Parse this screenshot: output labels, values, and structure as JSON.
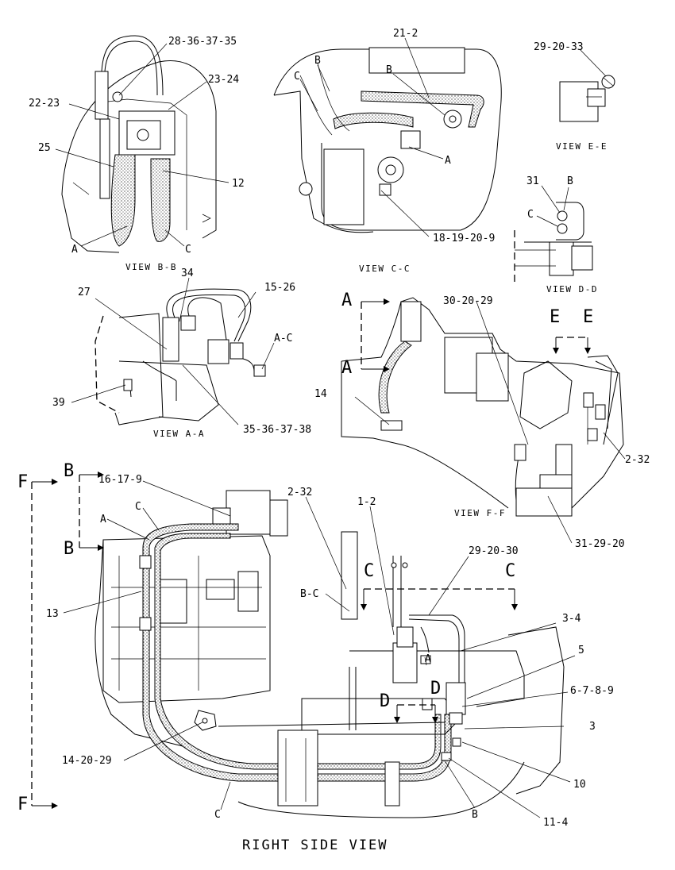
{
  "title": "RIGHT SIDE VIEW",
  "views": {
    "bb": "VIEW B-B",
    "cc": "VIEW C-C",
    "ee": "VIEW E-E",
    "dd": "VIEW D-D",
    "aa": "VIEW A-A",
    "ff": "VIEW F-F"
  },
  "section_letters": {
    "A": "A",
    "B": "B",
    "C": "C",
    "D": "D",
    "E": "E",
    "F": "F"
  },
  "callouts": {
    "bb_28_36_37_35": "28-36-37-35",
    "bb_23_24": "23-24",
    "bb_22_23": "22-23",
    "bb_25": "25",
    "bb_12": "12",
    "bb_A": "A",
    "bb_C": "C",
    "cc_21_2": "21-2",
    "cc_B1": "B",
    "cc_C": "C",
    "cc_B2": "B",
    "cc_A": "A",
    "cc_18_19_20_9": "18-19-20-9",
    "ee_29_20_33": "29-20-33",
    "dd_31": "31",
    "dd_B": "B",
    "dd_C": "C",
    "aa_34": "34",
    "aa_27": "27",
    "aa_15_26": "15-26",
    "aa_A_C": "A-C",
    "aa_39": "39",
    "aa_35_36_37_38": "35-36-37-38",
    "ff_30_20_29": "30-20-29",
    "ff_14": "14",
    "ff_2_32": "2-32",
    "ff_31_29_20": "31-29-20",
    "rs_16_17_9": "16-17-9",
    "rs_C_top": "C",
    "rs_A": "A",
    "rs_13": "13",
    "rs_2_32": "2-32",
    "rs_1_2": "1-2",
    "rs_29_20_30": "29-20-30",
    "rs_B_C": "B-C",
    "rs_3_4": "3-4",
    "rs_A2": "A",
    "rs_5": "5",
    "rs_6_7_8_9": "6-7-8-9",
    "rs_3": "3",
    "rs_10": "10",
    "rs_14_20_29": "14-20-29",
    "rs_11_4": "11-4",
    "rs_B": "B",
    "rs_C_bottom": "C"
  }
}
